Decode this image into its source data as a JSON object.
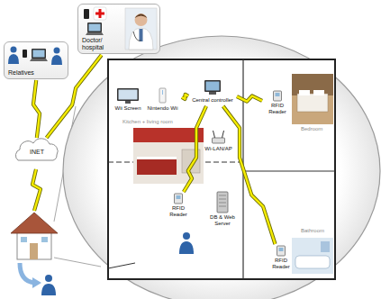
{
  "diagram": {
    "nodes": [
      {
        "text": [
          "Relatives"
        ]
      },
      {
        "text": [
          "Doctor/ hospital"
        ]
      },
      {
        "text": [
          "INET"
        ]
      },
      {
        "text": [
          "Wii Screen"
        ]
      },
      {
        "text": [
          "Nintendo Wii"
        ]
      },
      {
        "text": [
          "Central controller"
        ]
      },
      {
        "text": [
          "RFID Reader"
        ]
      },
      {
        "text": [
          "Wi-LAN/AP"
        ]
      },
      {
        "text": [
          "RFID Reader"
        ]
      },
      {
        "text": [
          "DB & Web Server"
        ]
      },
      {
        "text": [
          "RFID Reader"
        ]
      }
    ],
    "edges": [
      {
        "from": 0,
        "to": 2,
        "arrow": "none"
      },
      {
        "from": 1,
        "to": 2,
        "arrow": "none"
      },
      {
        "from": 4,
        "to": 5,
        "arrow": "none"
      },
      {
        "from": 5,
        "to": 6,
        "arrow": "none"
      },
      {
        "from": 5,
        "to": 8,
        "arrow": "none"
      },
      {
        "from": 5,
        "to": 10,
        "arrow": "none"
      }
    ],
    "labels": [
      "Kitchen + living room",
      "Bedroom",
      "Bathroom"
    ]
  }
}
